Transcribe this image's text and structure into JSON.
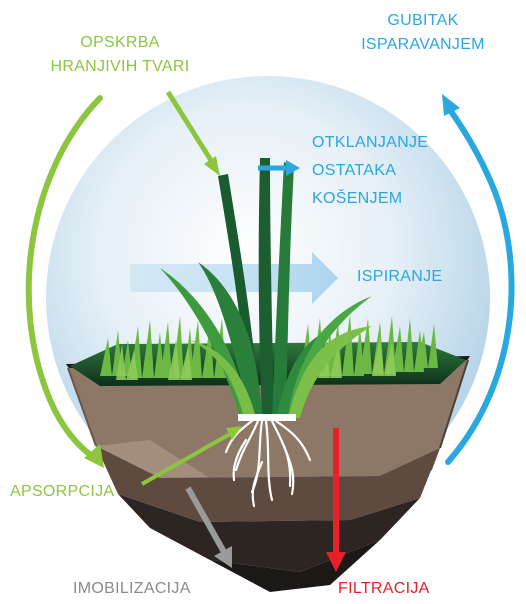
{
  "labels": {
    "nutrient_supply": [
      "OPSKRBA",
      "HRANJIVIH TVARI"
    ],
    "evaporation_loss": [
      "GUBITAK",
      "ISPARAVANJEM"
    ],
    "clipping_removal": [
      "OTKLANJANJE",
      "OSTATAKA",
      "KOŠENJEM"
    ],
    "leaching": "ISPIRANJE",
    "absorption": "APSORPCIJA",
    "immobilization": "IMOBILIZACIJA",
    "filtration": "FILTRACIJA"
  },
  "colors": {
    "nutrient_green": "#8cc63f",
    "water_blue": "#29a8e0",
    "immobilization_grey": "#9a9a9a",
    "filtration_red": "#e8202a",
    "sphere_light": "#eef5fa",
    "sphere_blue": "#b9d7ea",
    "soil_top": "#8d7766",
    "soil_mid": "#5e4a3e",
    "soil_dark": "#2a2320",
    "grass_dark": "#1e5a32",
    "grass_light": "#6db33f"
  }
}
